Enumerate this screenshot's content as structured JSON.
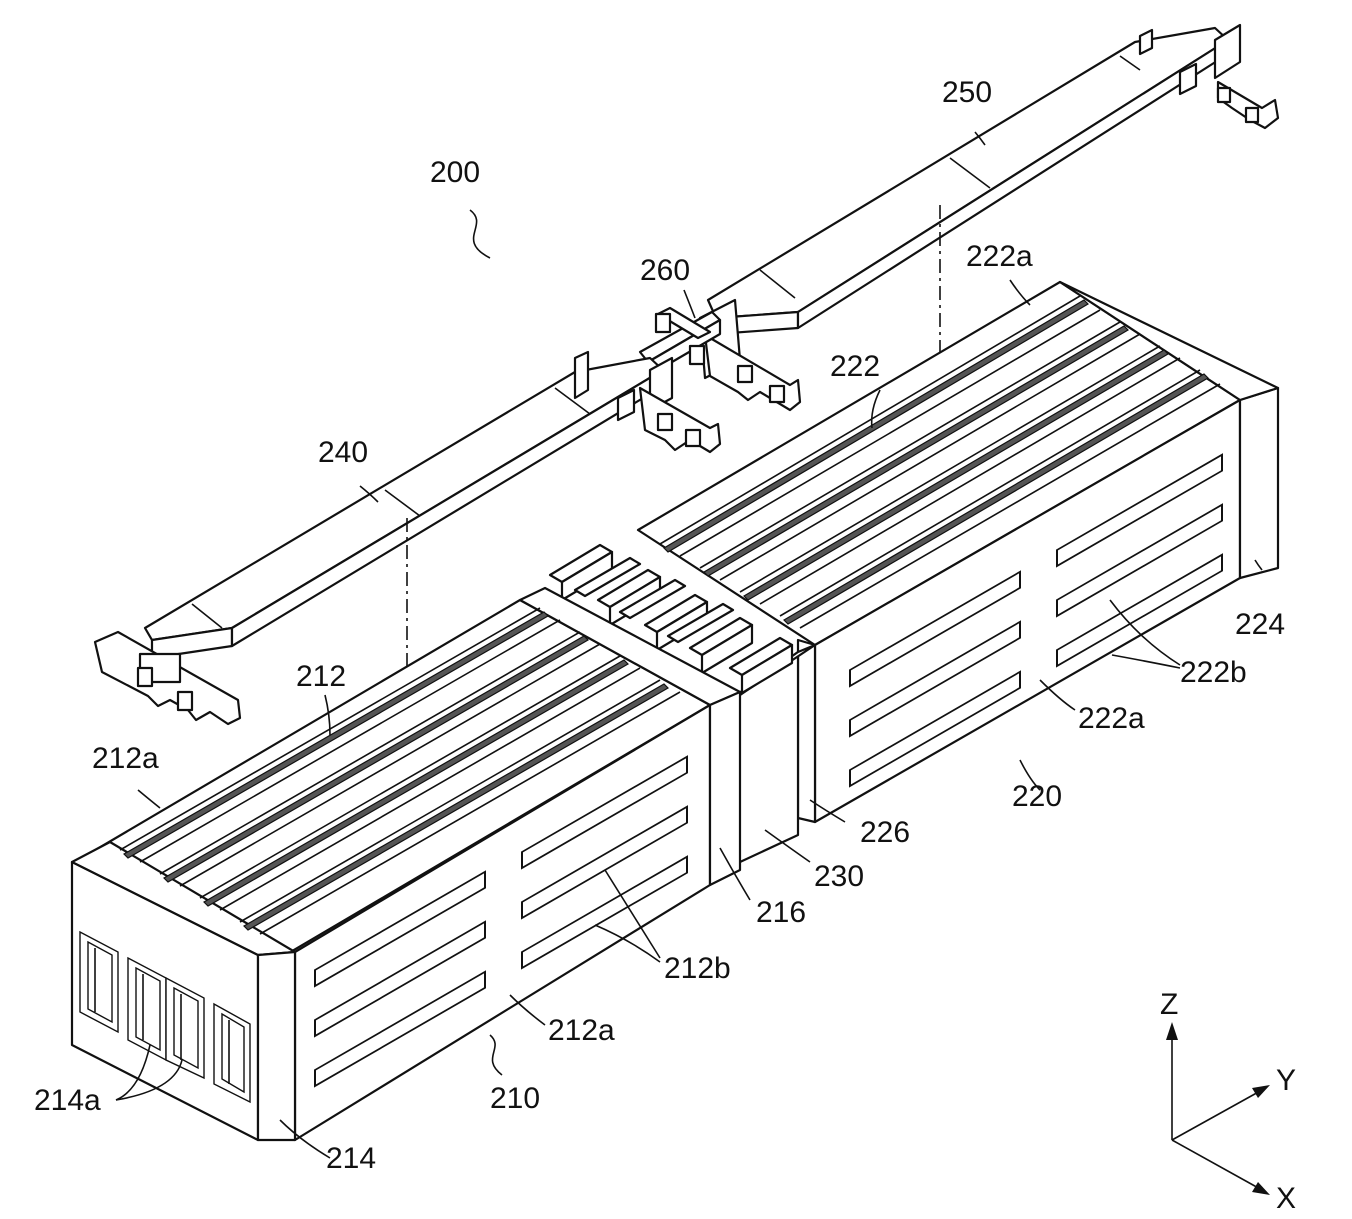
{
  "figure": {
    "labels": {
      "l200": "200",
      "l250": "250",
      "l260": "260",
      "l240": "240",
      "l222a_top": "222a",
      "l222": "222",
      "l224": "224",
      "l222b": "222b",
      "l222a_side": "222a",
      "l220": "220",
      "l226": "226",
      "l230": "230",
      "l216": "216",
      "l212": "212",
      "l212a_top": "212a",
      "l212b": "212b",
      "l212a_side": "212a",
      "l210": "210",
      "l214a": "214a",
      "l214": "214"
    },
    "axes": {
      "z": "Z",
      "y": "Y",
      "x": "X"
    }
  }
}
